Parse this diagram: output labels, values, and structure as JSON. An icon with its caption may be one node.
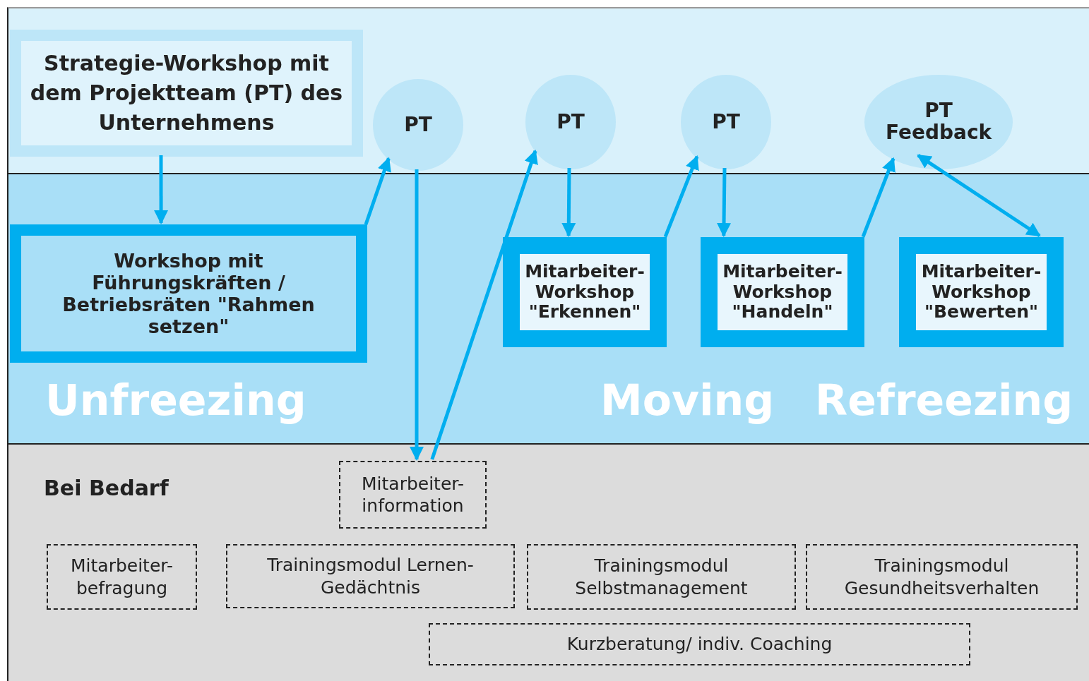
{
  "diagram": {
    "nodes": [
      {
        "text": [],
        "shape": "band"
      },
      {
        "text": [
          "Strategie-Workshop mit dem Projektteam (PT) des Unternehmens"
        ],
        "in": 0
      },
      {
        "text": [
          "PT"
        ],
        "in": 0
      },
      {
        "text": [
          "PT"
        ],
        "in": 0
      },
      {
        "text": [
          "PT"
        ],
        "in": 0
      },
      {
        "text": [
          "PT Feedback"
        ],
        "in": 0
      },
      {
        "text": [],
        "shape": "band"
      },
      {
        "text": [
          "Workshop mit Führungskräften / Betriebsräten \"Rahmen setzen\""
        ],
        "in": 6
      },
      {
        "text": [
          "Mitarbeiter-Workshop \"Erkennen\""
        ],
        "in": 6
      },
      {
        "text": [
          "Mitarbeiter-Workshop \"Handeln\""
        ],
        "in": 6
      },
      {
        "text": [
          "Mitarbeiter-Workshop \"Bewerten\""
        ],
        "in": 6
      },
      {
        "text": [
          "Bei Bedarf"
        ]
      },
      {
        "text": [
          "Mitarbeiter-information"
        ],
        "in": 11
      },
      {
        "text": [
          "Mitarbeiter-befragung"
        ],
        "in": 11
      },
      {
        "text": [
          "Trainingsmodul Lernen-Gedächtnis"
        ],
        "in": 11
      },
      {
        "text": [
          "Trainingsmodul Selbstmanagement"
        ],
        "in": 11
      },
      {
        "text": [
          "Trainingsmodul Gesundheitsverhalten"
        ],
        "in": 11
      },
      {
        "text": [
          "Kurzberatung/ indiv. Coaching"
        ],
        "in": 11
      }
    ],
    "edges": [
      {
        "from": 1,
        "to": 7,
        "arrow": "to"
      },
      {
        "from": 7,
        "to": 2,
        "arrow": "to"
      },
      {
        "from": 2,
        "to": 12,
        "arrow": "to"
      },
      {
        "from": 12,
        "to": 3,
        "arrow": "to"
      },
      {
        "from": 3,
        "to": 8,
        "arrow": "to"
      },
      {
        "from": 8,
        "to": 4,
        "arrow": "to"
      },
      {
        "from": 4,
        "to": 9,
        "arrow": "to"
      },
      {
        "from": 9,
        "to": 5,
        "arrow": "to"
      },
      {
        "from": 5,
        "to": 10,
        "arrow": "both"
      }
    ],
    "labels": [
      "Unfreezing",
      "Moving",
      "Refreezing"
    ]
  }
}
